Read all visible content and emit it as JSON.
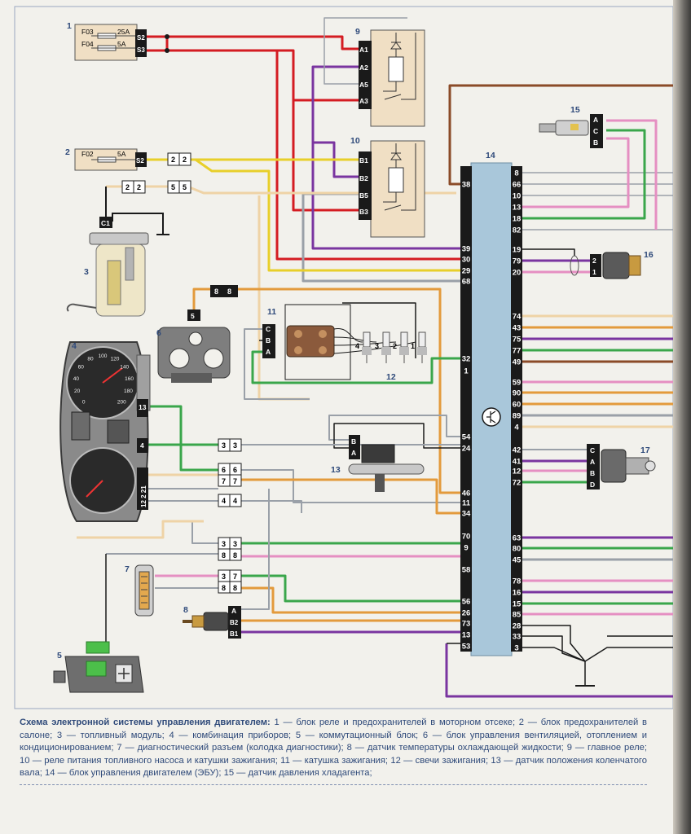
{
  "labels": {
    "n1": "1",
    "n2": "2",
    "n3": "3",
    "n4": "4",
    "n5": "5",
    "n6": "6",
    "n7": "7",
    "n8": "8",
    "n9": "9",
    "n10": "10",
    "n11": "11",
    "n12": "12",
    "n13": "13",
    "n14": "14",
    "n15": "15",
    "n16": "16",
    "n17": "17"
  },
  "fuse_block_1": {
    "f03": "F03",
    "f03_rating": "25A",
    "f04": "F04",
    "f04_rating": "5A",
    "pin_s2": "S2",
    "pin_s3": "S3"
  },
  "fuse_block_2": {
    "f02": "F02",
    "f02_rating": "5A",
    "pin_s2": "S2"
  },
  "relay_9_pins": [
    "A1",
    "A2",
    "A5",
    "A3"
  ],
  "relay_10_pins": [
    "B1",
    "B2",
    "B5",
    "B3"
  ],
  "ecu_left_pins": [
    "38",
    "39",
    "30",
    "29",
    "68",
    "32",
    "1",
    "54",
    "24",
    "46",
    "11",
    "34",
    "70",
    "9",
    "58",
    "56",
    "26",
    "73",
    "13",
    "53"
  ],
  "ecu_right_pins": [
    "8",
    "66",
    "10",
    "13",
    "18",
    "82",
    "19",
    "79",
    "20",
    "74",
    "43",
    "75",
    "77",
    "49",
    "59",
    "90",
    "60",
    "89",
    "4",
    "42",
    "41",
    "12",
    "72",
    "63",
    "80",
    "45",
    "78",
    "16",
    "15",
    "85",
    "28",
    "33",
    "3"
  ],
  "sensor_15_pins": [
    "A",
    "C",
    "B"
  ],
  "sensor_16_pins": [
    "2",
    "1"
  ],
  "actuator_17_pins": [
    "C",
    "A",
    "B",
    "D"
  ],
  "coil_11_pins": [
    "C",
    "B",
    "A"
  ],
  "plugs_12": [
    "4",
    "3",
    "2",
    "1"
  ],
  "sensor_13_pins": [
    "B",
    "A"
  ],
  "sensor_8_pins": [
    "A",
    "B2",
    "B1"
  ],
  "fuel_module_pin": "C1",
  "module_6_pin": "5",
  "connectors": {
    "c22a": [
      "2",
      "2"
    ],
    "c22b": [
      "2",
      "2"
    ],
    "c55": [
      "5",
      "5"
    ],
    "c88": [
      "8",
      "8"
    ],
    "c33": [
      "3",
      "3"
    ],
    "c66": [
      "6",
      "6"
    ],
    "c77": [
      "7",
      "7"
    ],
    "c44": [
      "4",
      "4"
    ],
    "c33b": [
      "3",
      "3"
    ],
    "c88b": [
      "8",
      "8"
    ],
    "c37": [
      "3",
      "7"
    ],
    "c88c": [
      "8",
      "8"
    ]
  },
  "cluster_pins": {
    "p13": "13",
    "p4": "4",
    "p12221": "12 2 21"
  },
  "gauge_numbers": {
    "kmh": [
      "0",
      "20",
      "40",
      "60",
      "80",
      "100",
      "120",
      "140",
      "160",
      "180",
      "200"
    ]
  },
  "caption": {
    "title": "Схема электронной системы управления двигателем:",
    "body": " 1 — блок реле и предохранителей в моторном отсеке; 2 — блок предохранителей в салоне; 3 — топливный модуль; 4 — комбинация приборов; 5 — коммутационный блок; 6 — блок управления вентиляцией, отоплением и кондиционированием; 7 — диагностический разъем (колодка диагностики); 8 — датчик температуры охлаждающей жидкости; 9 — главное реле; 10 — реле питания топливного насоса и катушки зажигания; 11 — катушка зажигания; 12 — свечи зажигания; 13 — датчик положения коленчатого вала; 14 — блок управления двигателем (ЭБУ); 15 — датчик давления хладагента;"
  },
  "colors": {
    "red": "#d41c22",
    "yellow": "#e8cf2a",
    "violet": "#7a35a0",
    "green": "#3aa64b",
    "brown": "#8b4b28",
    "grey": "#9aa0a8",
    "pink": "#e58fc2",
    "orange": "#e39a3c",
    "beige": "#efd3a6",
    "ecu": "#a9c7da",
    "black": "#1a1a1a"
  }
}
